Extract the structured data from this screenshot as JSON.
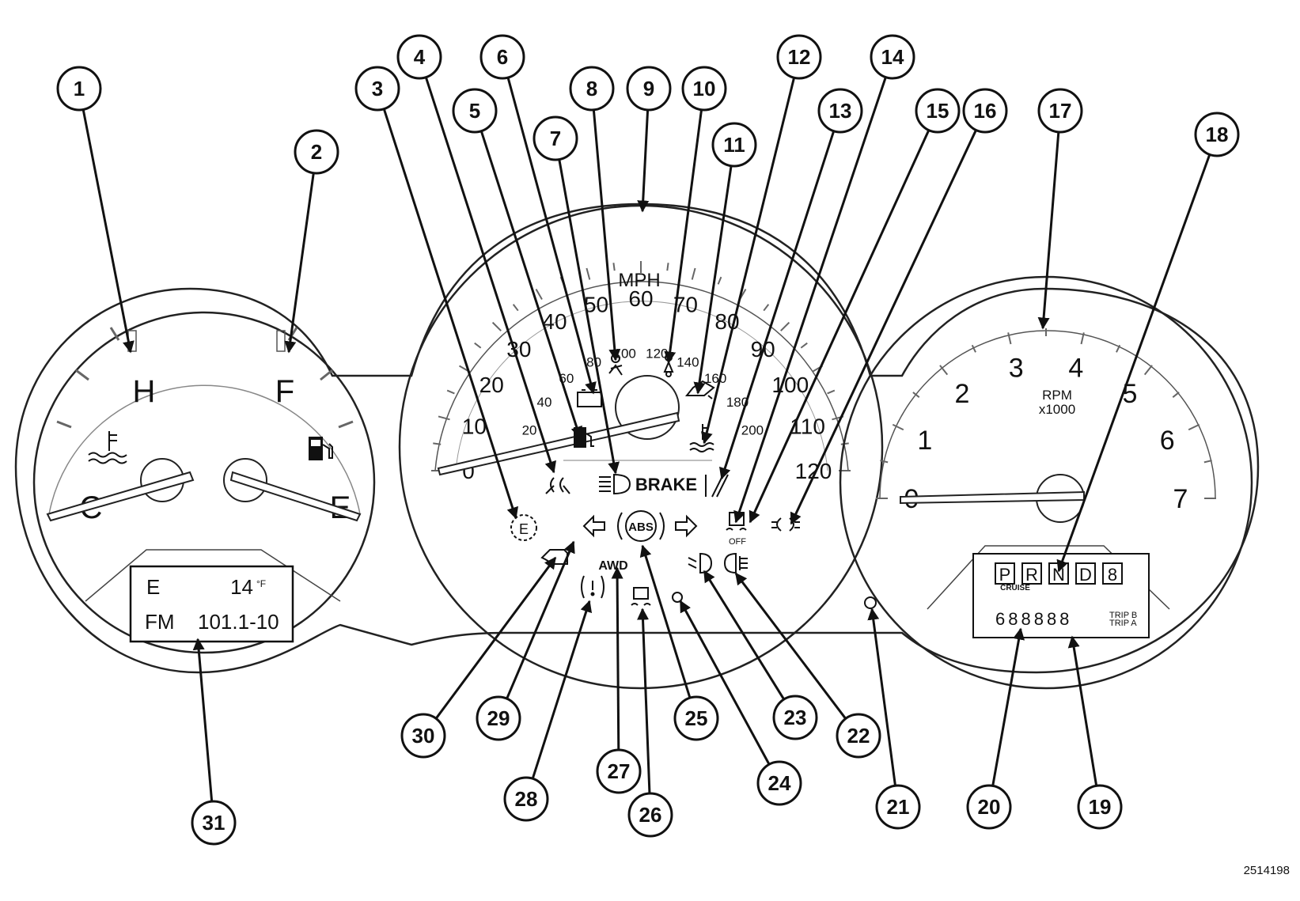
{
  "temp_gauge": {
    "hot_label": "H",
    "cold_label": "C",
    "icon": "coolant-temperature-icon"
  },
  "fuel_gauge": {
    "full_label": "F",
    "empty_label": "E",
    "icon": "fuel-pump-icon"
  },
  "evic_display": {
    "compass": "E",
    "temperature": "14",
    "temp_unit": "°F",
    "band": "FM",
    "station": "101.1-10"
  },
  "speedometer": {
    "unit": "MPH",
    "mph_scale": [
      "0",
      "10",
      "20",
      "30",
      "40",
      "50",
      "60",
      "70",
      "80",
      "90",
      "100",
      "110",
      "120"
    ],
    "kmh_scale": [
      "20",
      "40",
      "60",
      "80",
      "100",
      "120",
      "140",
      "160",
      "180",
      "200"
    ]
  },
  "tachometer": {
    "unit": "RPM",
    "multiplier": "x1000",
    "scale": [
      "0",
      "1",
      "2",
      "3",
      "4",
      "5",
      "6",
      "7"
    ]
  },
  "gear_display": {
    "gears": [
      "P",
      "R",
      "N",
      "D",
      "8"
    ],
    "cruise_label": "CRUISE",
    "odometer_digits": "688888",
    "trip_b": "TRIP B",
    "trip_a": "TRIP A"
  },
  "indicators": {
    "brake_label": "BRAKE",
    "abs_label": "ABS",
    "awd_label": "AWD",
    "esp_off_label": "OFF"
  },
  "callouts": [
    "1",
    "2",
    "3",
    "4",
    "5",
    "6",
    "7",
    "8",
    "9",
    "10",
    "11",
    "12",
    "13",
    "14",
    "15",
    "16",
    "17",
    "18",
    "19",
    "20",
    "21",
    "22",
    "23",
    "24",
    "25",
    "26",
    "27",
    "28",
    "29",
    "30",
    "31"
  ],
  "reference_number": "2514198"
}
